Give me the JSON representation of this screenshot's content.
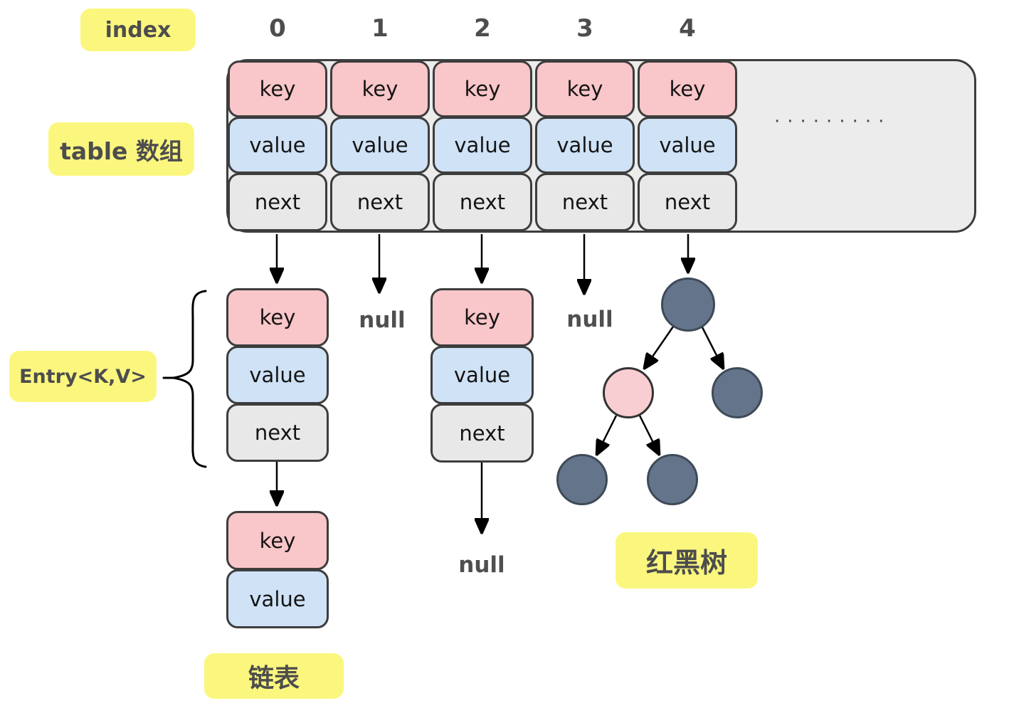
{
  "colors": {
    "highlight-yellow": "#fbf77e",
    "key-pink": "#f9c6c9",
    "value-blue": "#cfe2f6",
    "next-gray": "#e8e8e8",
    "table-bg": "#ececec",
    "outline": "#3d3d3d",
    "tree-node-dark": "#64748b",
    "tree-node-dark-border": "#3f4a58",
    "tree-node-pink": "#f9ced3",
    "label-text": "#4d4d4d",
    "arrow-black": "#000000"
  },
  "labels": {
    "index": "index",
    "table_array": "table 数组",
    "entry_type": "Entry<K,V>",
    "linked_list": "链表",
    "red_black_tree": "红黑树",
    "null_ref": "null",
    "ellipsis": "·········"
  },
  "table": {
    "indices": [
      "0",
      "1",
      "2",
      "3",
      "4"
    ],
    "fields": [
      "key",
      "value",
      "next"
    ]
  }
}
